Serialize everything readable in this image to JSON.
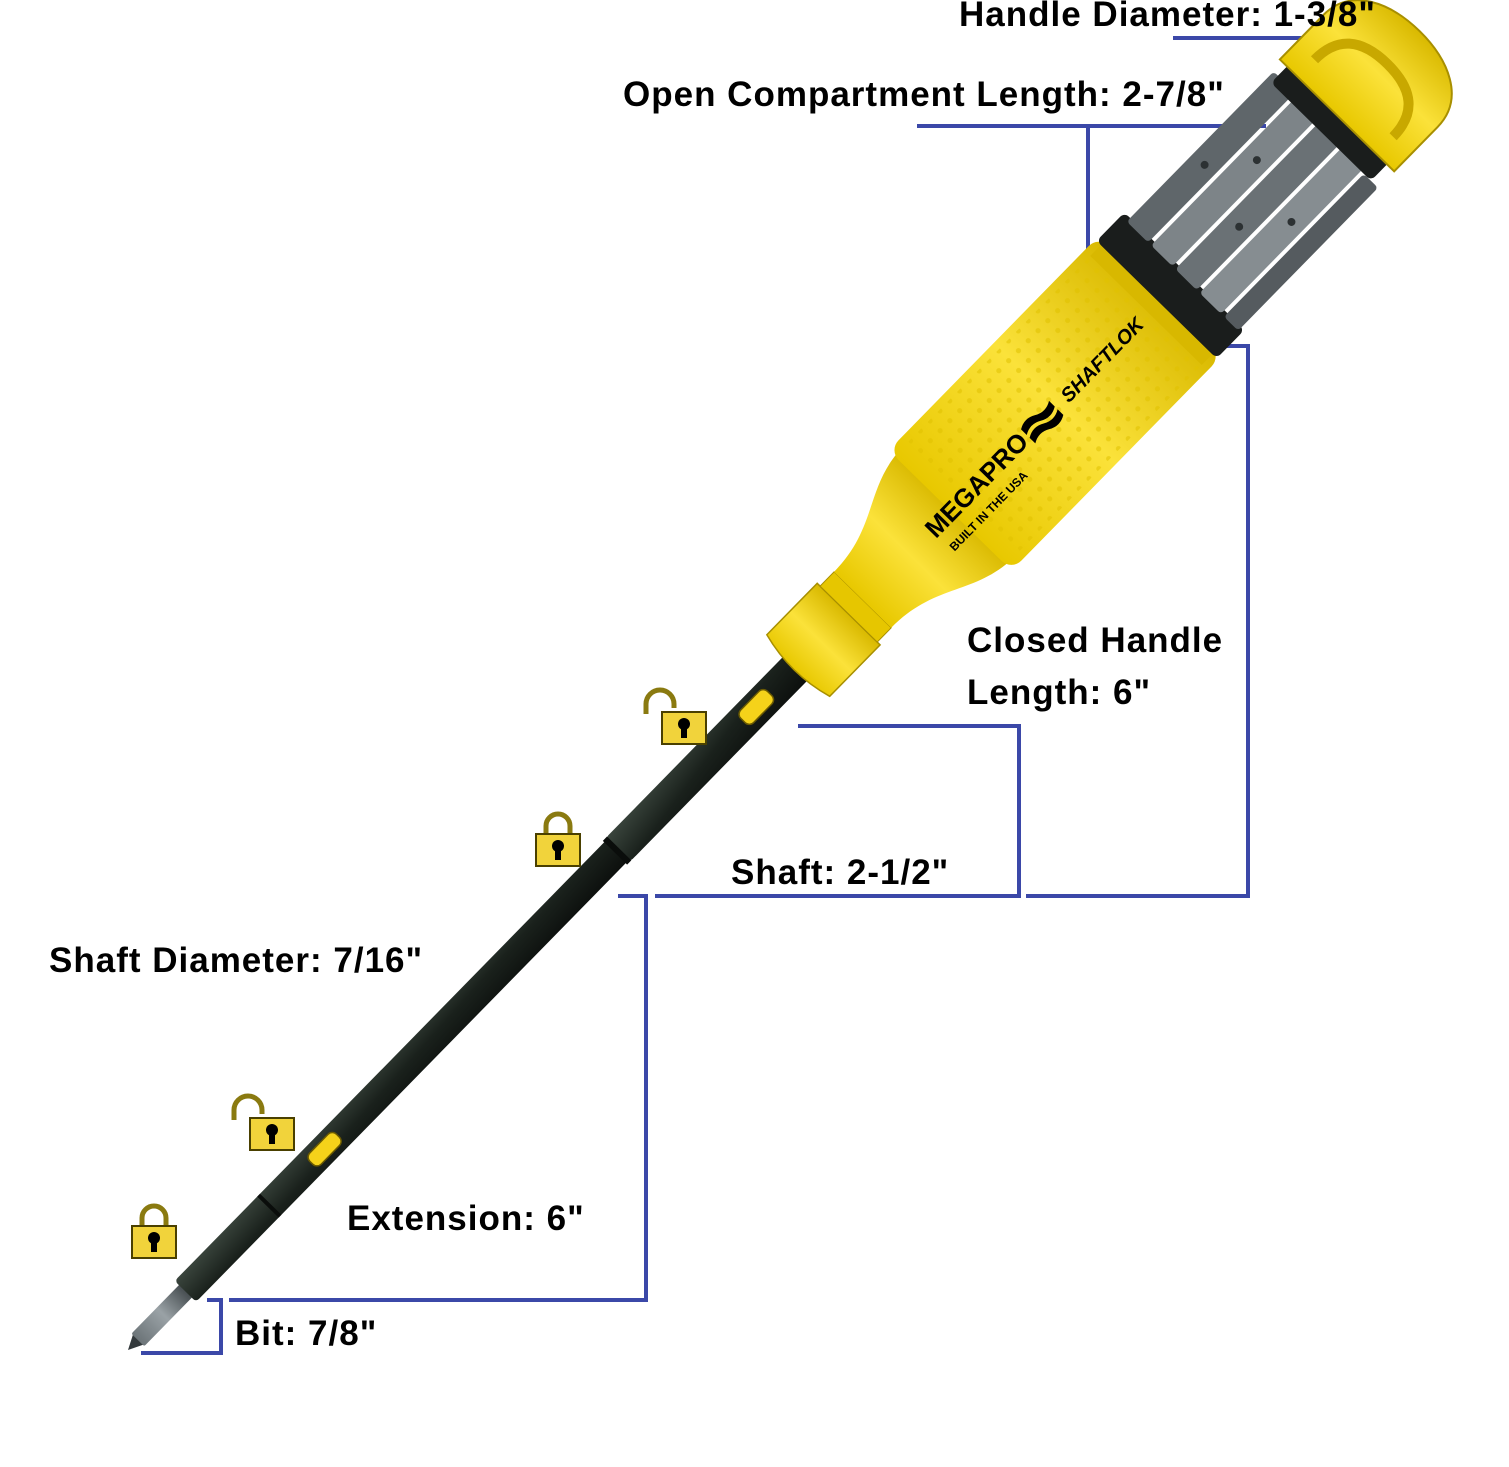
{
  "dimensions": {
    "handle_diameter": "Handle Diameter: 1-3/8\"",
    "open_compartment_length": "Open Compartment Length: 2-7/8\"",
    "closed_handle_length_line1": "Closed Handle",
    "closed_handle_length_line2": "Length: 6\"",
    "shaft": "Shaft: 2-1/2\"",
    "shaft_diameter": "Shaft Diameter: 7/16\"",
    "extension": "Extension: 6\"",
    "bit": "Bit: 7/8\""
  },
  "brand": {
    "logo": "MEGAPRO",
    "tagline": "BUILT IN THE USA",
    "product": "SHAFTLOK"
  },
  "lock_icons": [
    {
      "state": "unlocked",
      "icon": "unlocked-padlock-icon"
    },
    {
      "state": "locked",
      "icon": "locked-padlock-icon"
    },
    {
      "state": "unlocked",
      "icon": "unlocked-padlock-icon"
    },
    {
      "state": "locked",
      "icon": "locked-padlock-icon"
    }
  ],
  "colors": {
    "dimension_line": "#3b48a8",
    "handle_yellow": "#f2d51a",
    "shaft_black": "#1d241f"
  }
}
